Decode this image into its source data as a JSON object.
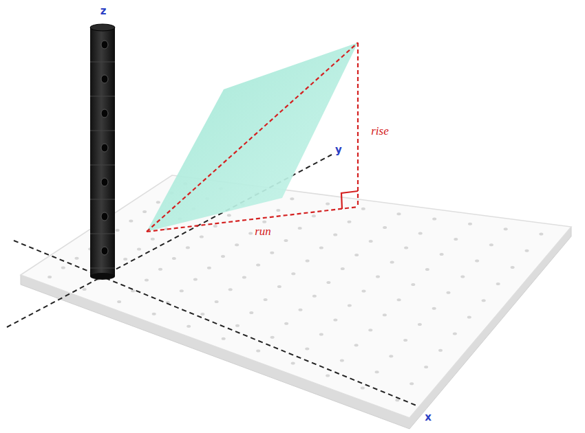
{
  "diagram": {
    "labels": [
      "z",
      "y",
      "rise",
      "run",
      "x"
    ]
  }
}
